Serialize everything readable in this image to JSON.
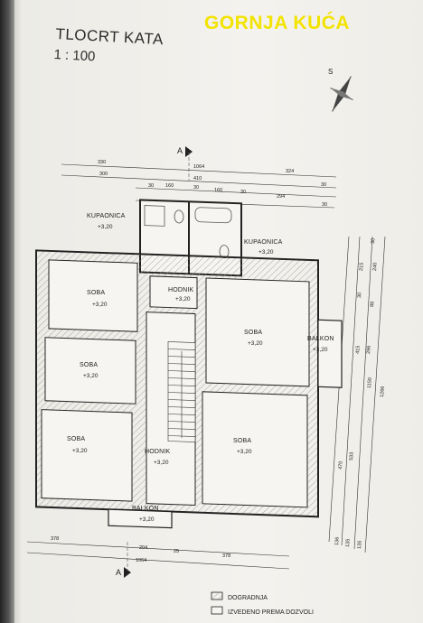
{
  "sheet": {
    "title": "TLOCRT KATA",
    "scale": "1 : 100",
    "house": "GORNJA KUĆA"
  },
  "compass": {
    "north_label": "S"
  },
  "section": {
    "label": "A"
  },
  "rooms": [
    {
      "id": "kupaonica-left",
      "name": "KUPAONICA",
      "level": "+3,20"
    },
    {
      "id": "kupaonica-right",
      "name": "KUPAONICA",
      "level": "+3,20"
    },
    {
      "id": "hodnik-top",
      "name": "HODNIK",
      "level": "+3,20"
    },
    {
      "id": "soba-left-top",
      "name": "SOBA",
      "level": "+3,20"
    },
    {
      "id": "soba-left-mid",
      "name": "SOBA",
      "level": "+3,20"
    },
    {
      "id": "soba-left-bottom",
      "name": "SOBA",
      "level": "+3,20"
    },
    {
      "id": "soba-right-top",
      "name": "SOBA",
      "level": "+3,20"
    },
    {
      "id": "soba-right-bottom",
      "name": "SOBA",
      "level": "+3,20"
    },
    {
      "id": "hodnik-bottom",
      "name": "HODNIK",
      "level": "+3,20"
    },
    {
      "id": "balkon-right",
      "name": "BALKON",
      "level": "+3,20"
    },
    {
      "id": "balkon-bottom",
      "name": "BALKON",
      "level": "+3,20"
    }
  ],
  "dimensions": {
    "top_row1": [
      "330",
      "1064",
      "324"
    ],
    "top_row2": [
      "300",
      "410",
      "30"
    ],
    "top_row3": [
      "30",
      "160",
      "30",
      "160",
      "30",
      "294",
      "30"
    ],
    "right_col": [
      "30",
      "215",
      "240",
      "30",
      "88",
      "415",
      "1150",
      "1266",
      "296",
      "470",
      "533",
      "136",
      "135",
      "135"
    ],
    "bottom_row1": [
      "378",
      "204",
      "25",
      "378"
    ],
    "bottom_row2": [
      "1064"
    ]
  },
  "legend": [
    {
      "label": "DOGRADNJA"
    },
    {
      "label": "IZVEDENO PREMA DOZVOLI"
    }
  ]
}
